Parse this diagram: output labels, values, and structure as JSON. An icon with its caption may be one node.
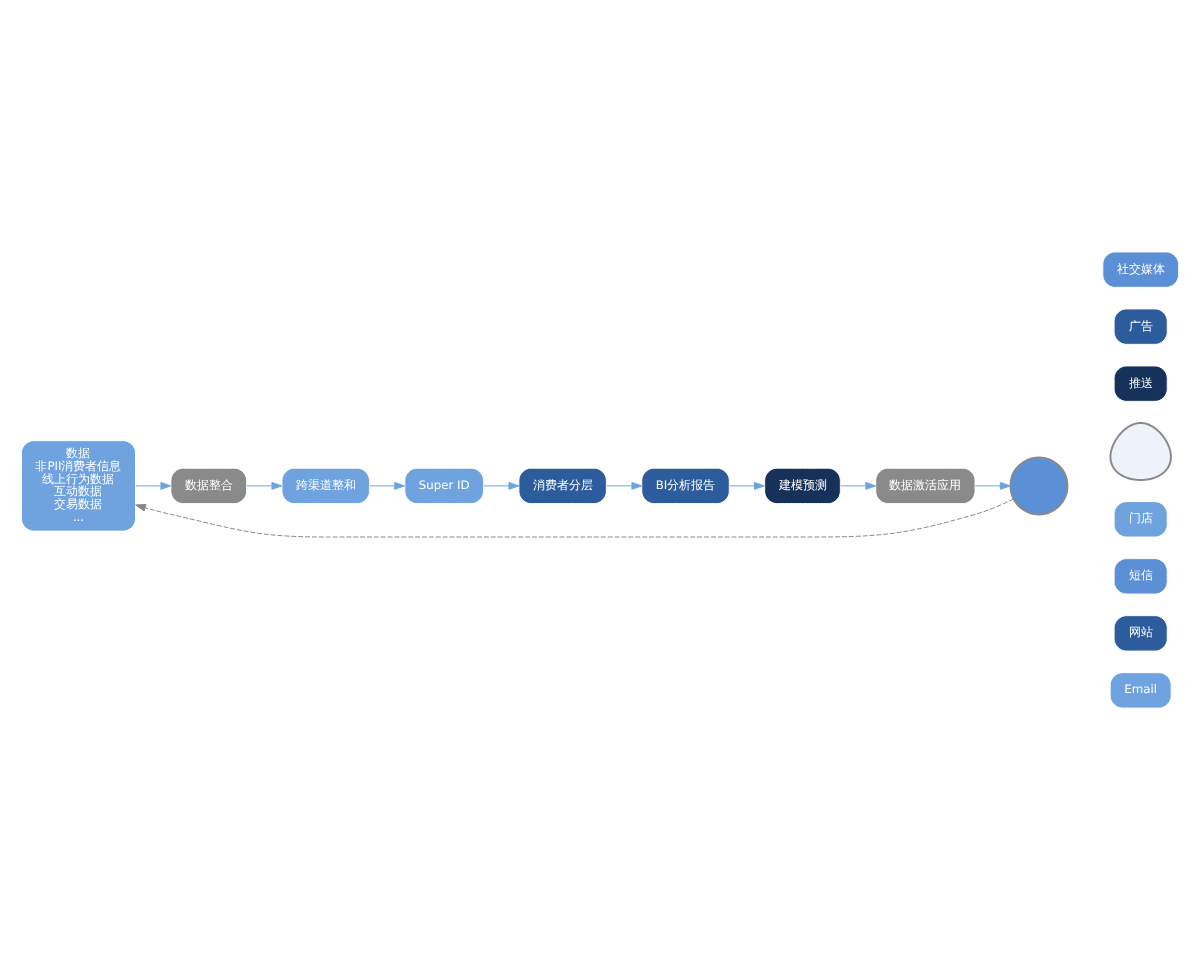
{
  "diagram": {
    "nodes": [
      {
        "text": [
          "数据",
          "非PII消费者信息",
          "线上行为数据",
          "互动数据",
          "交易数据",
          "..."
        ]
      },
      {
        "text": [
          "数据整合"
        ]
      },
      {
        "text": [
          "建模预测"
        ]
      },
      {
        "text": [
          "BI分析报告"
        ]
      },
      {
        "text": [
          "消费者分层"
        ]
      },
      {
        "text": [
          "Super ID"
        ]
      },
      {
        "text": [
          "跨渠道整和"
        ]
      },
      {
        "text": [
          "数据激活应用"
        ]
      },
      {
        "text": [],
        "shape": "circle"
      },
      {
        "text": [
          "社交媒体"
        ]
      },
      {
        "text": [
          "广告"
        ]
      },
      {
        "text": [
          "推送"
        ]
      },
      {
        "text": [],
        "shape": "person"
      },
      {
        "text": [
          "门店"
        ]
      },
      {
        "text": [
          "短信"
        ]
      },
      {
        "text": [
          "网站"
        ]
      },
      {
        "text": [
          "Email"
        ]
      }
    ],
    "edges": [
      {
        "from": 0,
        "to": 1,
        "arrow": "to"
      },
      {
        "from": 1,
        "to": 6,
        "arrow": "to"
      },
      {
        "from": 5,
        "to": 4,
        "arrow": "to"
      },
      {
        "from": 6,
        "to": 5,
        "arrow": "to"
      },
      {
        "from": 4,
        "to": 3,
        "arrow": "to"
      },
      {
        "from": 3,
        "to": 2,
        "arrow": "to"
      },
      {
        "from": 2,
        "to": 7,
        "arrow": "to"
      },
      {
        "from": 7,
        "to": 8,
        "arrow": "to"
      },
      {
        "from": 8,
        "to": 0,
        "arrow": "to",
        "style": "dashed",
        "color": "#888888"
      }
    ]
  }
}
